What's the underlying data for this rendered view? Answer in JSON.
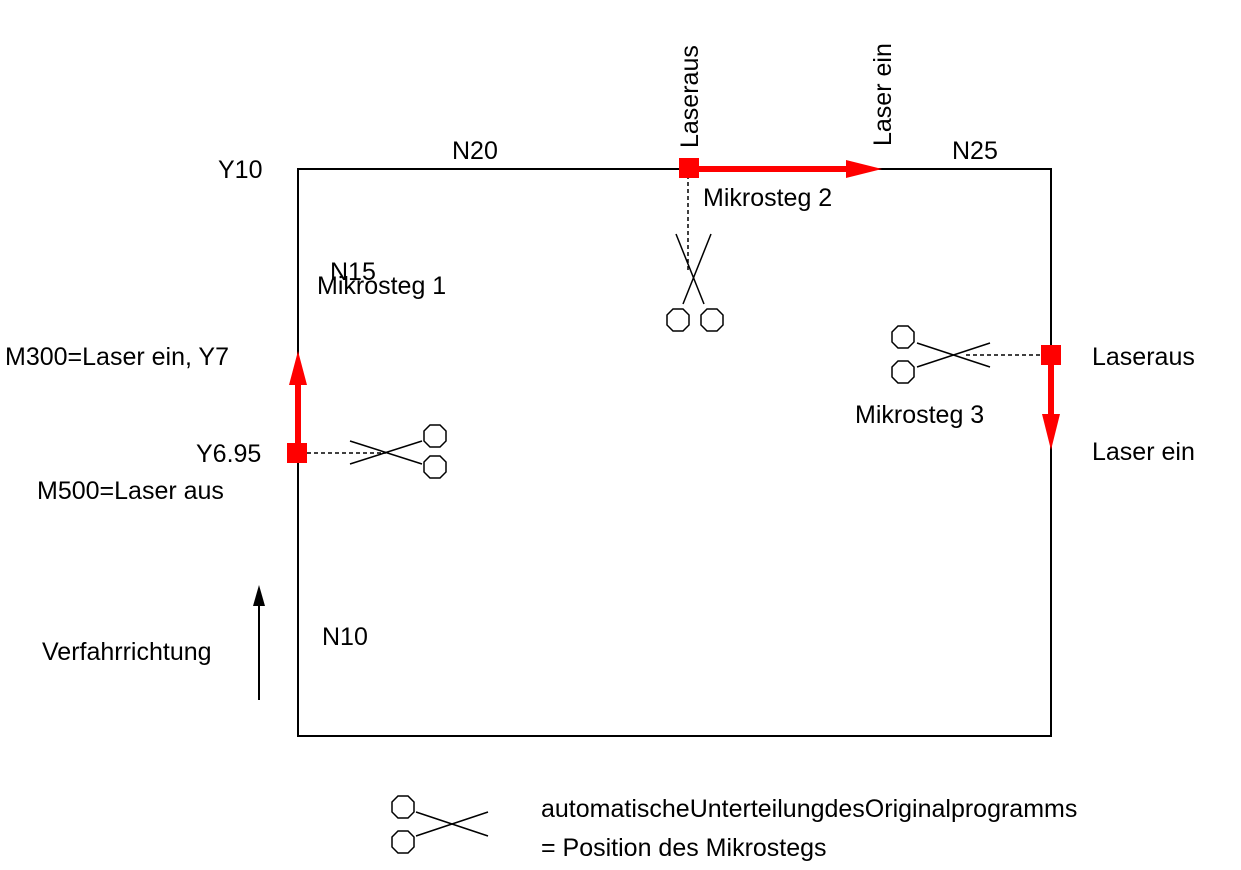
{
  "labels": {
    "y10": "Y10",
    "n20": "N20",
    "n25": "N25",
    "n15": "N15",
    "n10": "N10",
    "laser_aus_top": "Laseraus",
    "laser_ein_top": "Laser ein",
    "mikrosteg_1": "Mikrosteg 1",
    "mikrosteg_2": "Mikrosteg 2",
    "mikrosteg_3": "Mikrosteg 3",
    "m300": "M300=Laser ein, Y7",
    "y695": "Y6.95",
    "m500": "M500=Laser aus",
    "laser_aus_right": "Laseraus",
    "laser_ein_right": "Laser ein",
    "verfahrrichtung": "Verfahrrichtung"
  },
  "legend": {
    "line1": "automatischeUnterteilungdesOriginalprogramms",
    "line2": "= Position des Mikrostegs"
  },
  "colors": {
    "accent": "#ff0000",
    "stroke": "#000000"
  }
}
